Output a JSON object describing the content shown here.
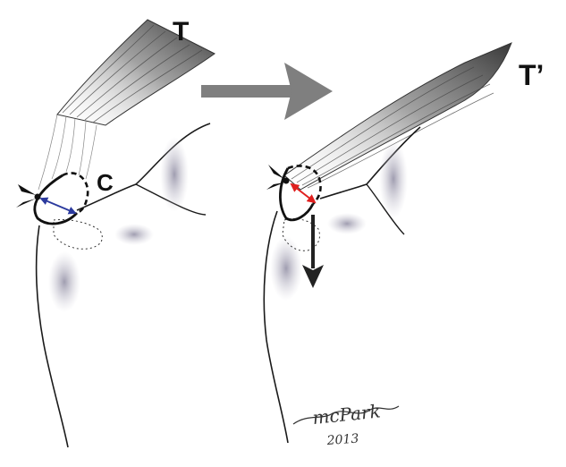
{
  "labels": {
    "tendon_before": "T",
    "tendon_after": "T’",
    "capsule": "C"
  },
  "signature": {
    "name": "mcPark",
    "year": "2013"
  },
  "colors": {
    "ink": "#1a1a1a",
    "transition_arrow": "#7f7f7f",
    "blue_arrow": "#2b3a9e",
    "red_arrow": "#e0201f",
    "shading": "#9a98a8"
  }
}
